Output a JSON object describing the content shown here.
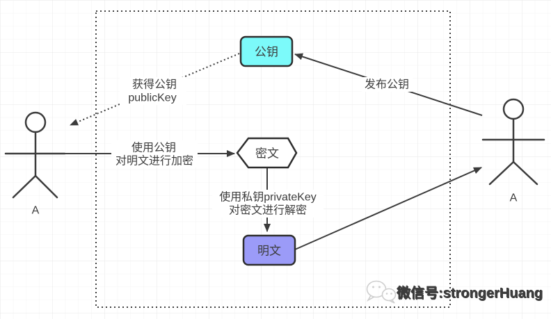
{
  "diagram": {
    "colors": {
      "edge_line": "#3b3b3b",
      "node_border": "#2d2d2d",
      "container_border": "#404040",
      "public_key_fill": "#7cfafa",
      "cipher_fill": "#ffffff",
      "plain_fill": "#9b9bf8",
      "watermark_gray": "#cfcfcf"
    },
    "nodes": {
      "public_key": {
        "label": "公钥"
      },
      "cipher": {
        "label": "密文"
      },
      "plain": {
        "label": "明文"
      }
    },
    "actors": {
      "left": {
        "label": "A"
      },
      "right": {
        "label": "A"
      }
    },
    "edges": {
      "publish": {
        "label": "发布公钥"
      },
      "obtain": {
        "line1": "获得公钥",
        "line2": "publicKey"
      },
      "encrypt": {
        "line1": "使用公钥",
        "line2": "对明文进行加密"
      },
      "decrypt": {
        "line1": "使用私钥privateKey",
        "line2": "对密文进行解密"
      }
    },
    "watermark": {
      "text": "微信号:strongerHuang"
    }
  }
}
